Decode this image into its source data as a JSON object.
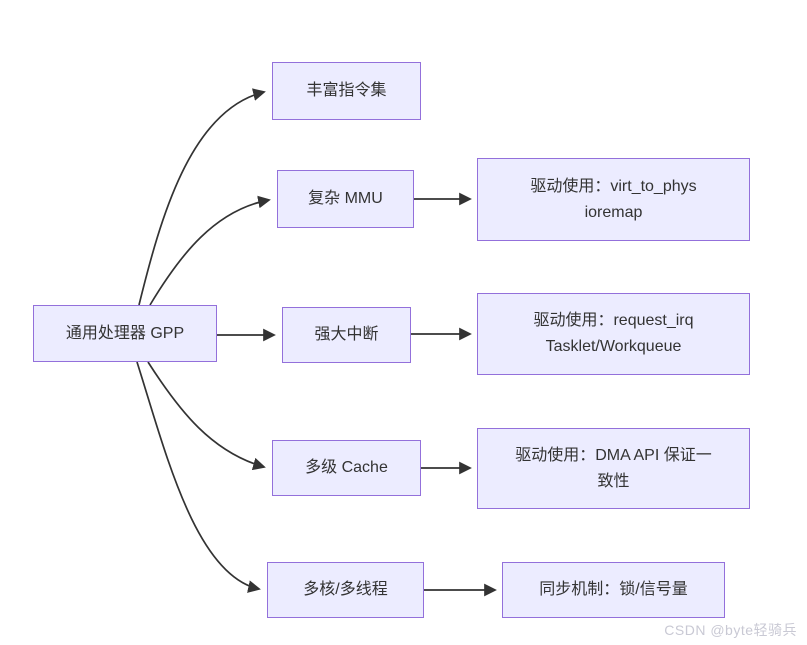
{
  "diagram": {
    "type": "flowchart-left-to-right",
    "root": {
      "id": "gpp",
      "label": "通用处理器 GPP"
    },
    "branches": [
      {
        "feature": "丰富指令集",
        "detail": null
      },
      {
        "feature": "复杂 MMU",
        "detail": "驱动使用：virt_to_phys\nioremap"
      },
      {
        "feature": "强大中断",
        "detail": "驱动使用：request_irq\nTasklet/Workqueue"
      },
      {
        "feature": "多级 Cache",
        "detail": "驱动使用：DMA API 保证一\n致性"
      },
      {
        "feature": "多核/多线程",
        "detail": "同步机制：锁/信号量"
      }
    ],
    "edges": [
      {
        "from": "通用处理器 GPP",
        "to": "丰富指令集"
      },
      {
        "from": "通用处理器 GPP",
        "to": "复杂 MMU"
      },
      {
        "from": "通用处理器 GPP",
        "to": "强大中断"
      },
      {
        "from": "通用处理器 GPP",
        "to": "多级 Cache"
      },
      {
        "from": "通用处理器 GPP",
        "to": "多核/多线程"
      },
      {
        "from": "复杂 MMU",
        "to": "驱动使用：virt_to_phys ioremap"
      },
      {
        "from": "强大中断",
        "to": "驱动使用：request_irq Tasklet/Workqueue"
      },
      {
        "from": "多级 Cache",
        "to": "驱动使用：DMA API 保证一致性"
      },
      {
        "from": "多核/多线程",
        "to": "同步机制：锁/信号量"
      }
    ]
  },
  "watermark": "CSDN @byte轻骑兵",
  "colors": {
    "node_fill": "#ECECFF",
    "node_border": "#9370DB",
    "edge": "#333333",
    "text": "#333333",
    "watermark": "#C9C9D4"
  }
}
